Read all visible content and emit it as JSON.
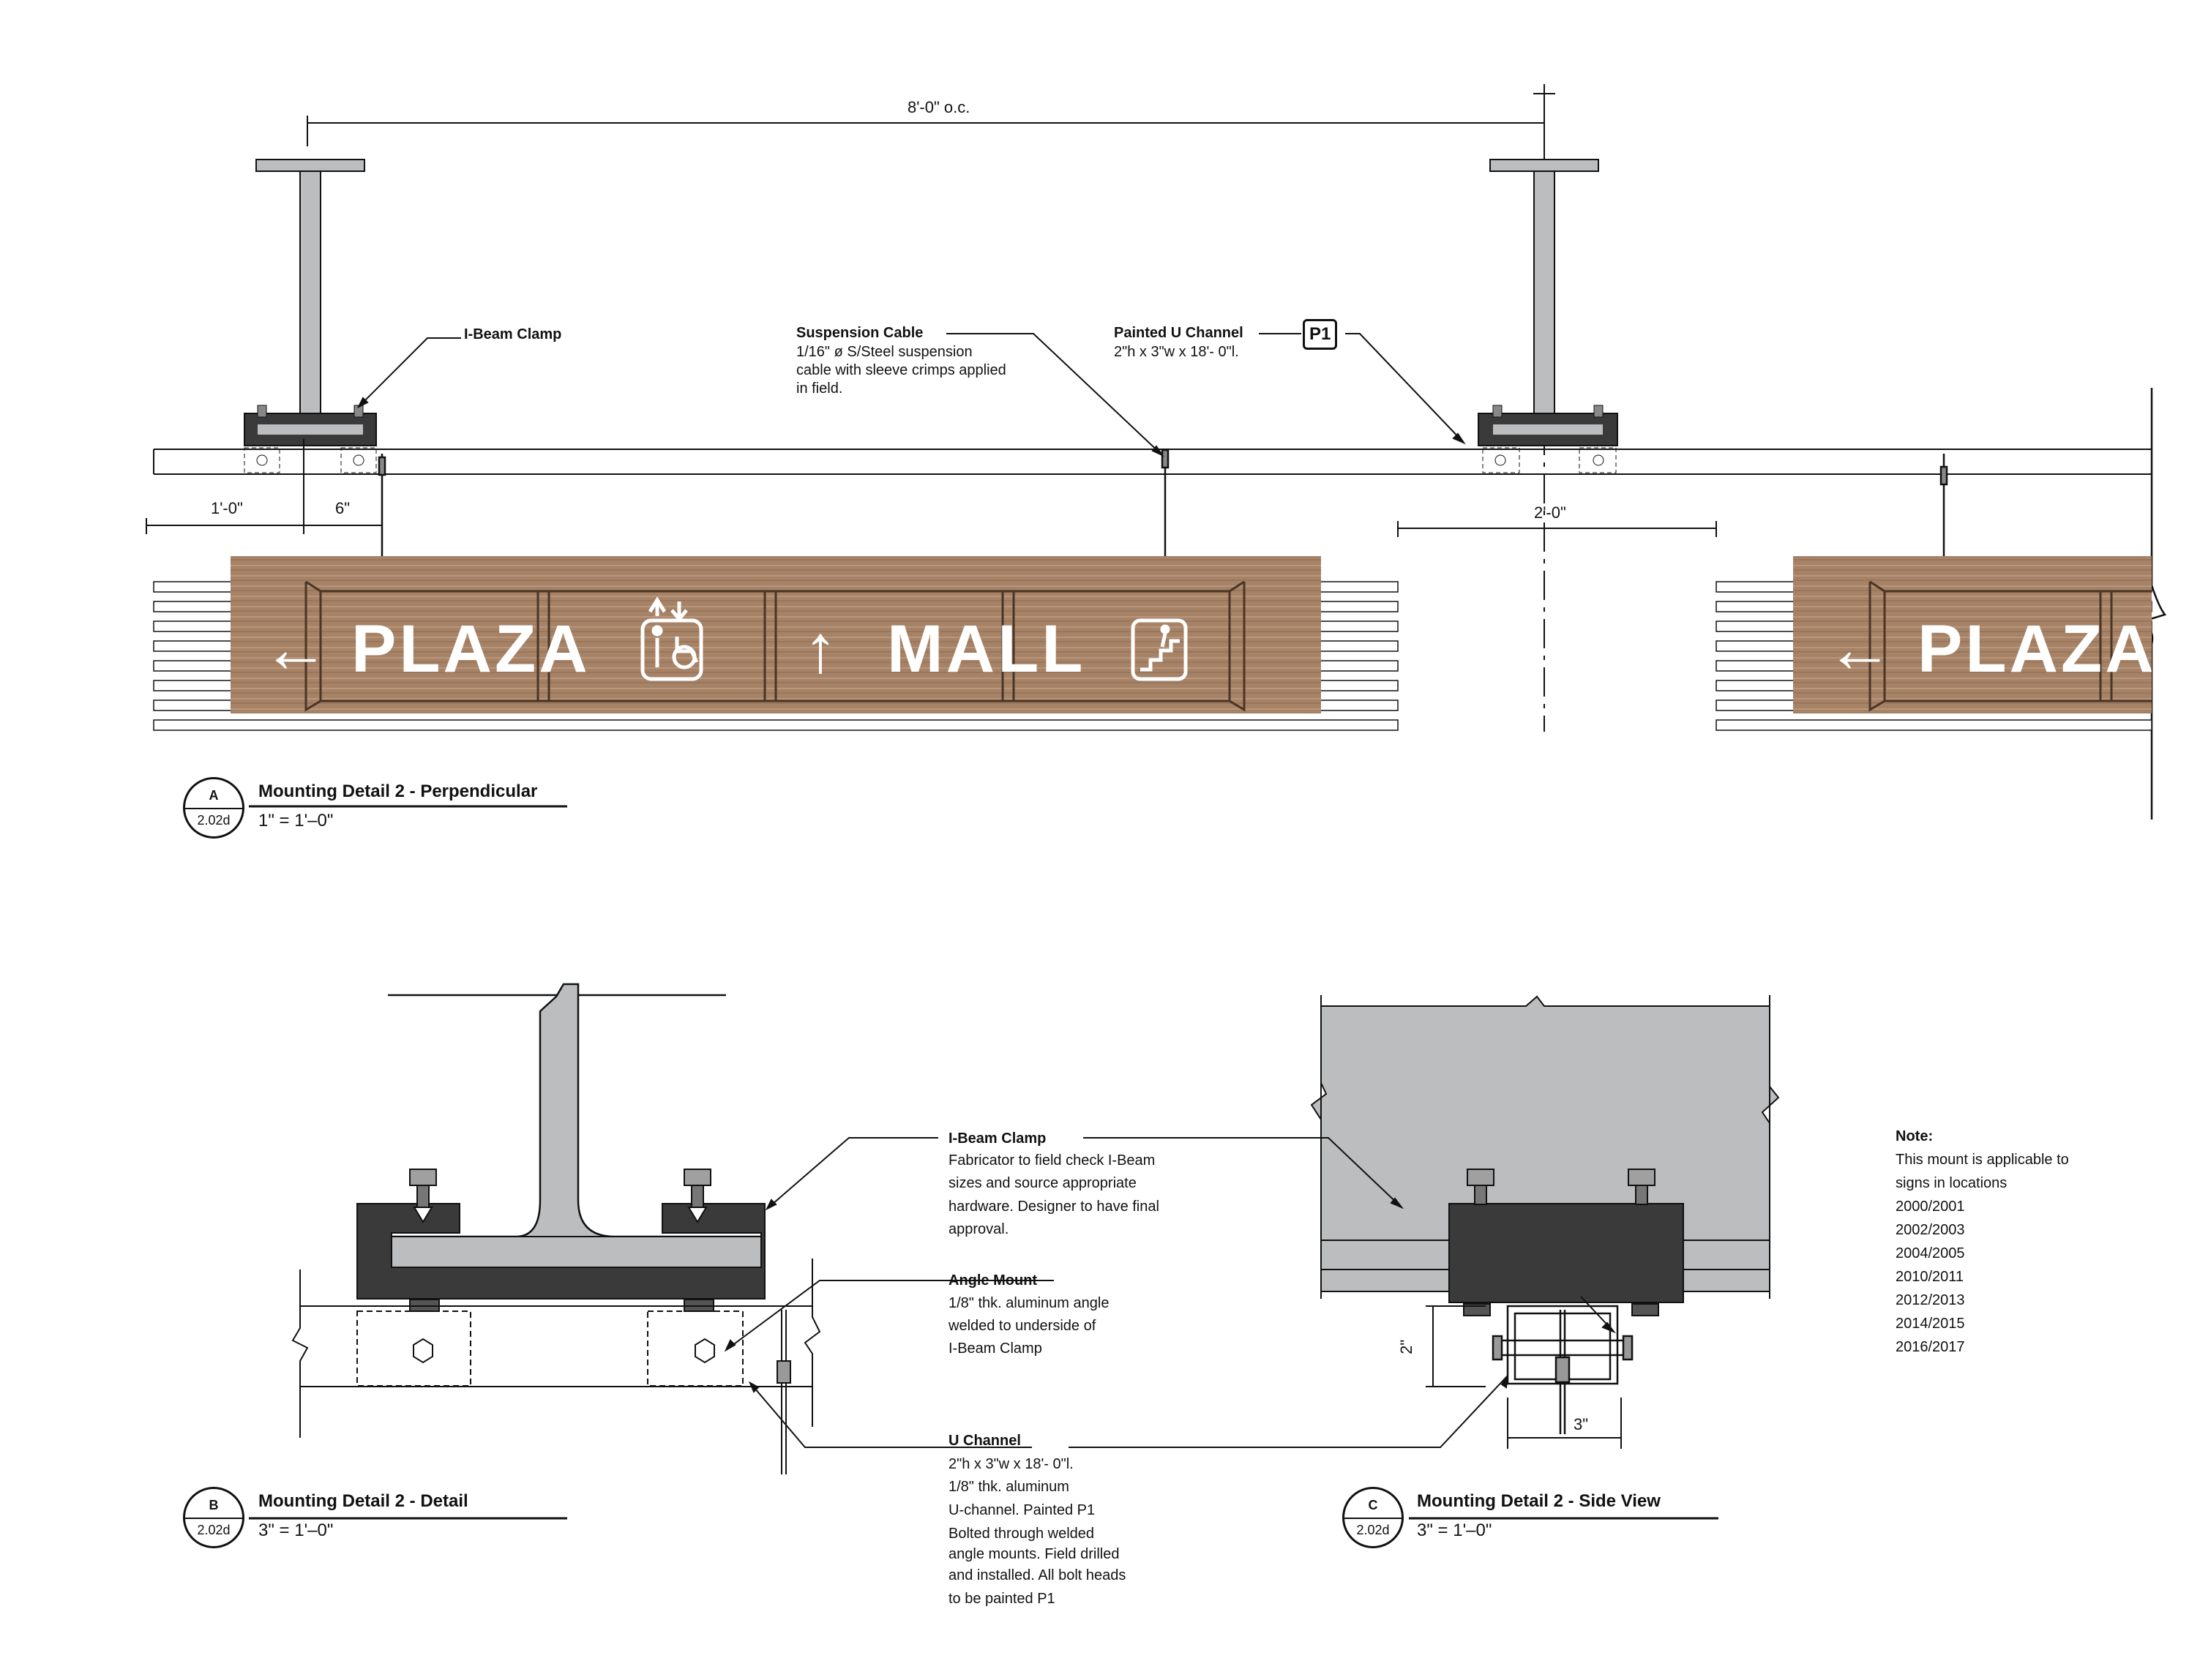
{
  "detail_a": {
    "dimensions": {
      "spacing": "8'-0\" o.c.",
      "edge": "1'-0\"",
      "offset": "6\"",
      "gap": "2'-0\""
    },
    "callouts": {
      "ibeam_clamp": "I-Beam Clamp",
      "suspension_cable_title": "Suspension Cable",
      "suspension_cable_lines": [
        "1/16\" ø S/Steel suspension",
        "cable with sleeve crimps applied",
        "in field."
      ],
      "u_channel_title": "Painted U Channel",
      "u_channel_line": "2\"h x 3\"w x 18'- 0\"l.",
      "paint_tag": "P1"
    },
    "sign": {
      "text_left": "PLAZA",
      "text_right": "MALL",
      "text_repeat": "PLAZA",
      "arrow_left": "←",
      "arrow_up": "↑",
      "arrow_repeat": "←"
    },
    "title": {
      "letter": "A",
      "sheet": "2.02d",
      "name": "Mounting Detail 2 - Perpendicular",
      "scale": "1\" = 1'–0\""
    }
  },
  "detail_b": {
    "callouts": {
      "clamp_title": "I-Beam Clamp",
      "clamp_lines": [
        "Fabricator to field check I-Beam",
        "sizes and source appropriate",
        "hardware. Designer to have final",
        "approval."
      ],
      "angle_title": "Angle Mount",
      "angle_lines": [
        "1/8\" thk. aluminum angle",
        "welded to underside of",
        "I-Beam Clamp"
      ],
      "channel_title": "U Channel",
      "channel_lines": [
        "2\"h x 3\"w x 18'- 0\"l.",
        "1/8\" thk. aluminum",
        "U-channel. Painted P1",
        "Bolted through welded",
        "angle mounts. Field drilled",
        "and installed. All bolt heads",
        "to be painted P1"
      ]
    },
    "title": {
      "letter": "B",
      "sheet": "2.02d",
      "name": "Mounting Detail 2 - Detail",
      "scale": "3\" = 1'–0\""
    }
  },
  "detail_c": {
    "dimensions": {
      "height": "2\"",
      "width": "3\""
    },
    "title": {
      "letter": "C",
      "sheet": "2.02d",
      "name": "Mounting Detail 2 - Side View",
      "scale": "3\" = 1'–0\""
    }
  },
  "note": {
    "title": "Note:",
    "lines": [
      "This mount is applicable to",
      "signs in locations",
      "2000/2001",
      "2002/2003",
      "2004/2005",
      "2010/2011",
      "2012/2013",
      "2014/2015",
      "2016/2017"
    ]
  },
  "colors": {
    "wood": "#a68266",
    "steel": "#bcbdbf",
    "clamp": "#3a3a3a",
    "line": "#111111"
  }
}
